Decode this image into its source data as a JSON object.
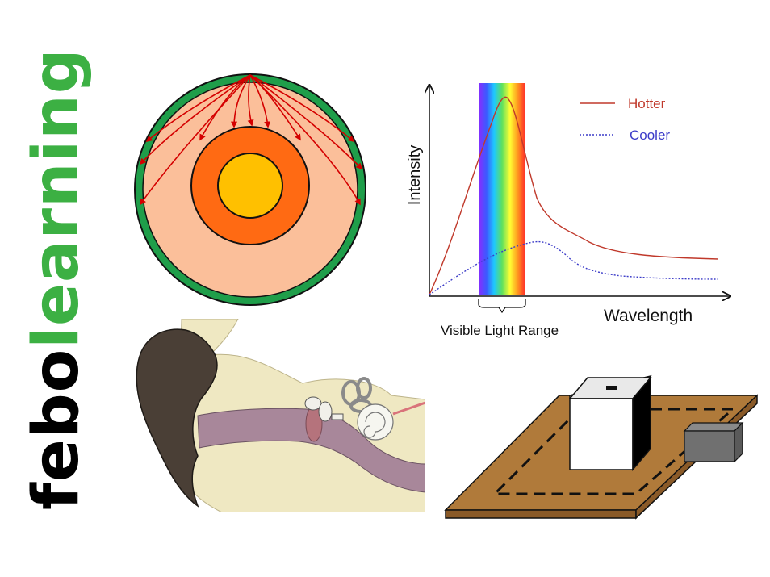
{
  "brand": {
    "part1": "febo",
    "part2": "learning",
    "part1_color": "#000000",
    "part2_color": "#3cb043"
  },
  "spectrum_panel": {
    "ylabel": "Intensity",
    "xlabel": "Wavelength",
    "band_label": "Visible Light Range",
    "legend": [
      {
        "label": "Hotter",
        "color": "#c0392b"
      },
      {
        "label": "Cooler",
        "color": "#3b3bc8"
      }
    ]
  },
  "colors": {
    "earth_crust": "#1f9e4a",
    "earth_mantle": "#fbbf9a",
    "earth_outer_core": "#ff6a13",
    "earth_inner_core": "#ffc000",
    "ray_arrows": "#d40000",
    "board": "#b07a3a",
    "ear_skin": "#efe8c2",
    "ear_outer": "#4a3f36",
    "ear_canal": "#a8879a"
  },
  "icons": [
    "earth-cross-section-icon",
    "ear-anatomy-icon",
    "bobbin-board-icon"
  ]
}
